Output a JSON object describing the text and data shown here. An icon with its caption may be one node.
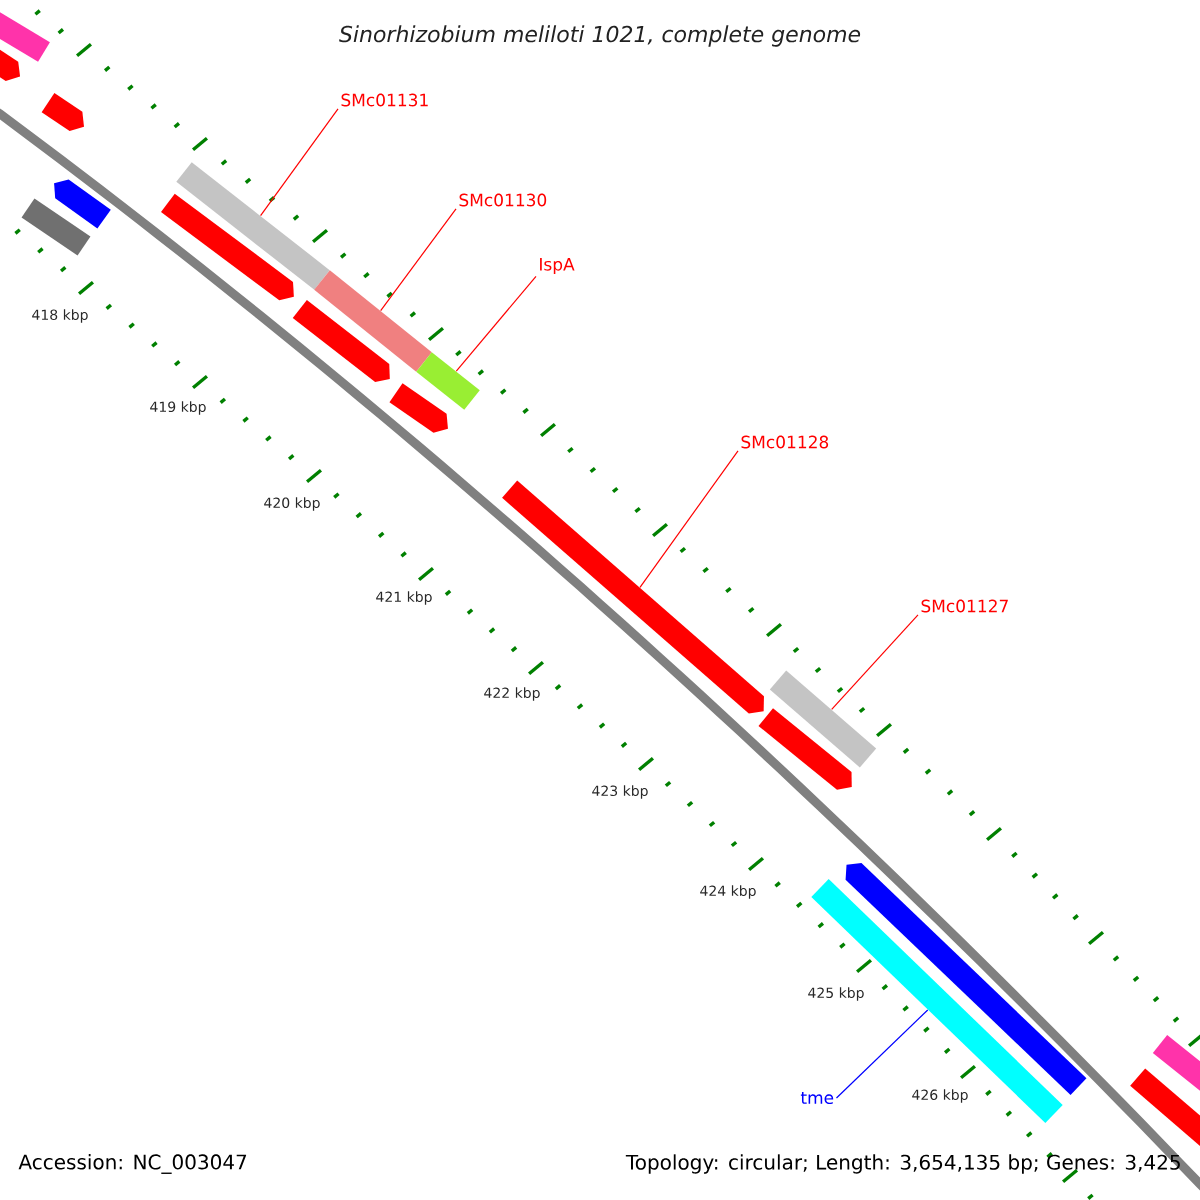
{
  "diagram": {
    "title": "Sinorhizobium meliloti 1021, complete genome",
    "nodes": [
      {
        "text": [],
        "shape": "bar"
      },
      {
        "text": [],
        "shape": "bar"
      },
      {
        "text": [],
        "shape": "bar"
      },
      {
        "text": [],
        "shape": "bar"
      },
      {
        "text": [],
        "shape": "bar"
      },
      {
        "text": [
          "SMc01131"
        ]
      },
      {
        "text": [],
        "shape": "bar"
      },
      {
        "text": [],
        "shape": "bar"
      },
      {
        "text": [
          "SMc01130"
        ]
      },
      {
        "text": [],
        "shape": "bar"
      },
      {
        "text": [],
        "shape": "bar"
      },
      {
        "text": [
          "IspA"
        ]
      },
      {
        "text": [],
        "shape": "bar"
      },
      {
        "text": [],
        "shape": "bar"
      },
      {
        "text": [
          "SMc01128"
        ]
      },
      {
        "text": [],
        "shape": "bar"
      },
      {
        "text": [
          "SMc01127"
        ]
      },
      {
        "text": [],
        "shape": "bar"
      },
      {
        "text": [],
        "shape": "bar"
      },
      {
        "text": [],
        "shape": "bar"
      },
      {
        "text": [],
        "shape": "bar"
      },
      {
        "text": [
          "tme"
        ]
      },
      {
        "text": [],
        "shape": "bar"
      },
      {
        "text": [],
        "shape": "bar"
      }
    ],
    "edges": [
      {
        "from": 5,
        "to": 6,
        "arrow": "none"
      },
      {
        "from": 8,
        "to": 9,
        "arrow": "none"
      },
      {
        "from": 11,
        "to": 12,
        "arrow": "none"
      },
      {
        "from": 14,
        "to": 15,
        "arrow": "none"
      },
      {
        "from": 16,
        "to": 17,
        "arrow": "none"
      },
      {
        "from": 21,
        "to": 20,
        "arrow": "none",
        "color": "#0000ff"
      }
    ],
    "labels": [
      "418 kbp",
      "419 kbp",
      "420 kbp",
      "421 kbp",
      "422 kbp",
      "423 kbp",
      "424 kbp",
      "425 kbp",
      "426 kbp",
      "Accession: NC_003047",
      "Topology: circular; Length: 3,654,135 bp; Genes: 3,425"
    ]
  }
}
